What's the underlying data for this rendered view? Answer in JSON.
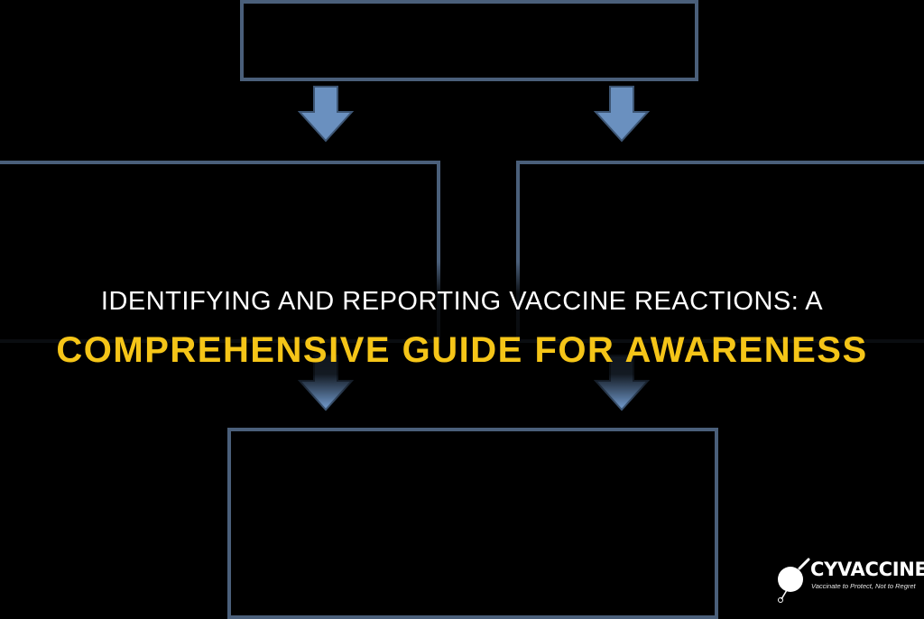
{
  "headline": {
    "line1": "IDENTIFYING AND REPORTING VACCINE REACTIONS: A",
    "line2": "COMPREHENSIVE GUIDE FOR AWARENESS"
  },
  "logo": {
    "name": "CYVACCINE",
    "tagline": "Vaccinate to Protect, Not to Regret",
    "icon": "syringe-globe-icon"
  },
  "colors": {
    "background": "#000000",
    "box_border": "#4a5f7a",
    "arrow": "#6a90bf",
    "headline_white": "#ffffff",
    "headline_accent": "#f5c518"
  }
}
